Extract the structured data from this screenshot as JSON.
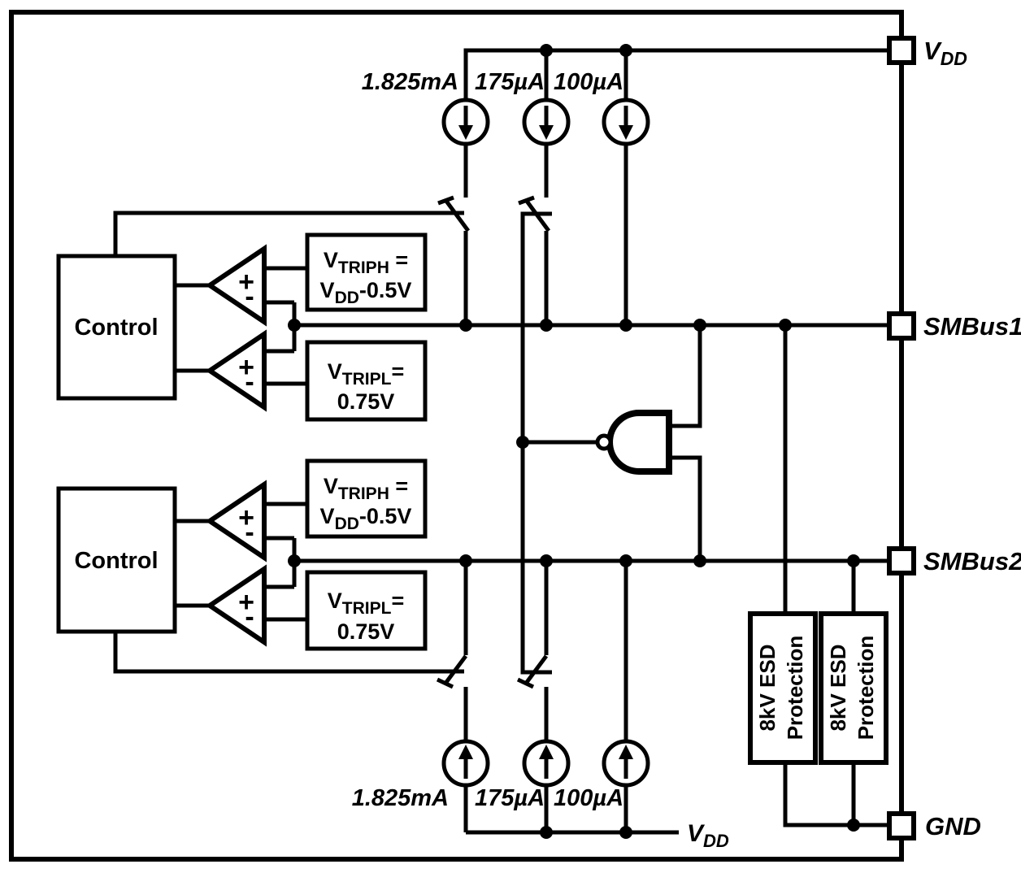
{
  "colors": {
    "ink": "#000000",
    "background": "#ffffff"
  },
  "pins": {
    "vdd": {
      "base": "V",
      "sub": "DD"
    },
    "smbus1": {
      "label": "SMBus1"
    },
    "smbus2": {
      "label": "SMBus2"
    },
    "gnd": {
      "label": "GND"
    }
  },
  "current_sources": {
    "top": [
      {
        "label": "1.825mA"
      },
      {
        "label": "175µA"
      },
      {
        "label": "100µA"
      }
    ],
    "bottom": [
      {
        "label": "1.825mA"
      },
      {
        "label": "175µA"
      },
      {
        "label": "100µA"
      }
    ]
  },
  "control_blocks": [
    {
      "label": "Control"
    },
    {
      "label": "Control"
    }
  ],
  "comparator": {
    "plus": "+",
    "minus": "-"
  },
  "threshold_boxes": {
    "triph": {
      "line1_base": "V",
      "line1_sub": "TRIPH",
      "line1_tail": " =",
      "line2_base": "V",
      "line2_sub": "DD",
      "line2_tail": "-0.5V"
    },
    "tripl": {
      "line1_base": "V",
      "line1_sub": "TRIPL",
      "line1_tail": "=",
      "line2": "0.75V"
    }
  },
  "esd_blocks": [
    {
      "line1": "8kV ESD",
      "line2": "Protection"
    },
    {
      "line1": "8kV ESD",
      "line2": "Protection"
    }
  ],
  "bottom_rail": {
    "base": "V",
    "sub": "DD"
  }
}
